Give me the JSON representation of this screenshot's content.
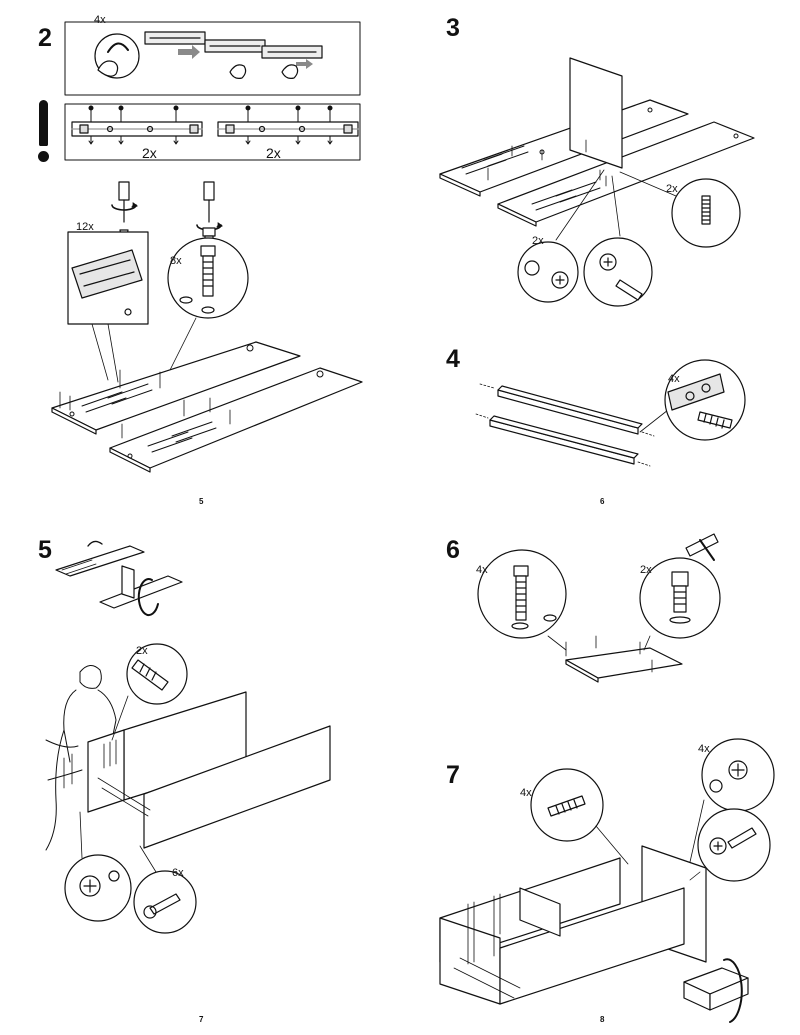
{
  "page_left": {
    "steps": {
      "s2": "2",
      "s5": "5"
    },
    "page_number_top": "5",
    "page_number_bottom": "7",
    "quantities": {
      "slide_4x": "4x",
      "rail_2x_left": "2x",
      "rail_2x_right": "2x",
      "screw_12x": "12x",
      "pin_8x": "8x",
      "dowel_2x": "2x",
      "cam_6x": "6x"
    }
  },
  "page_right": {
    "steps": {
      "s3": "3",
      "s4": "4",
      "s6": "6",
      "s7": "7"
    },
    "page_number_top": "6",
    "page_number_bottom": "8",
    "quantities": {
      "s3_dowel_2x": "2x",
      "s3_cam_2x": "2x",
      "s4_dowel_4x": "4x",
      "s6_pin_4x": "4x",
      "s6_cap_2x": "2x",
      "s7_dowel_4x": "4x",
      "s7_cam_4x": "4x"
    }
  },
  "icons": {
    "warning": "exclamation-icon",
    "screwdriver": "screwdriver-icon",
    "hammer": "hammer-icon",
    "rotate": "rotate-arrow-icon"
  },
  "colors": {
    "ink": "#111111",
    "paper": "#ffffff",
    "panel_shade": "#e6e6e6",
    "arrow_grey": "#8a8a8a"
  }
}
